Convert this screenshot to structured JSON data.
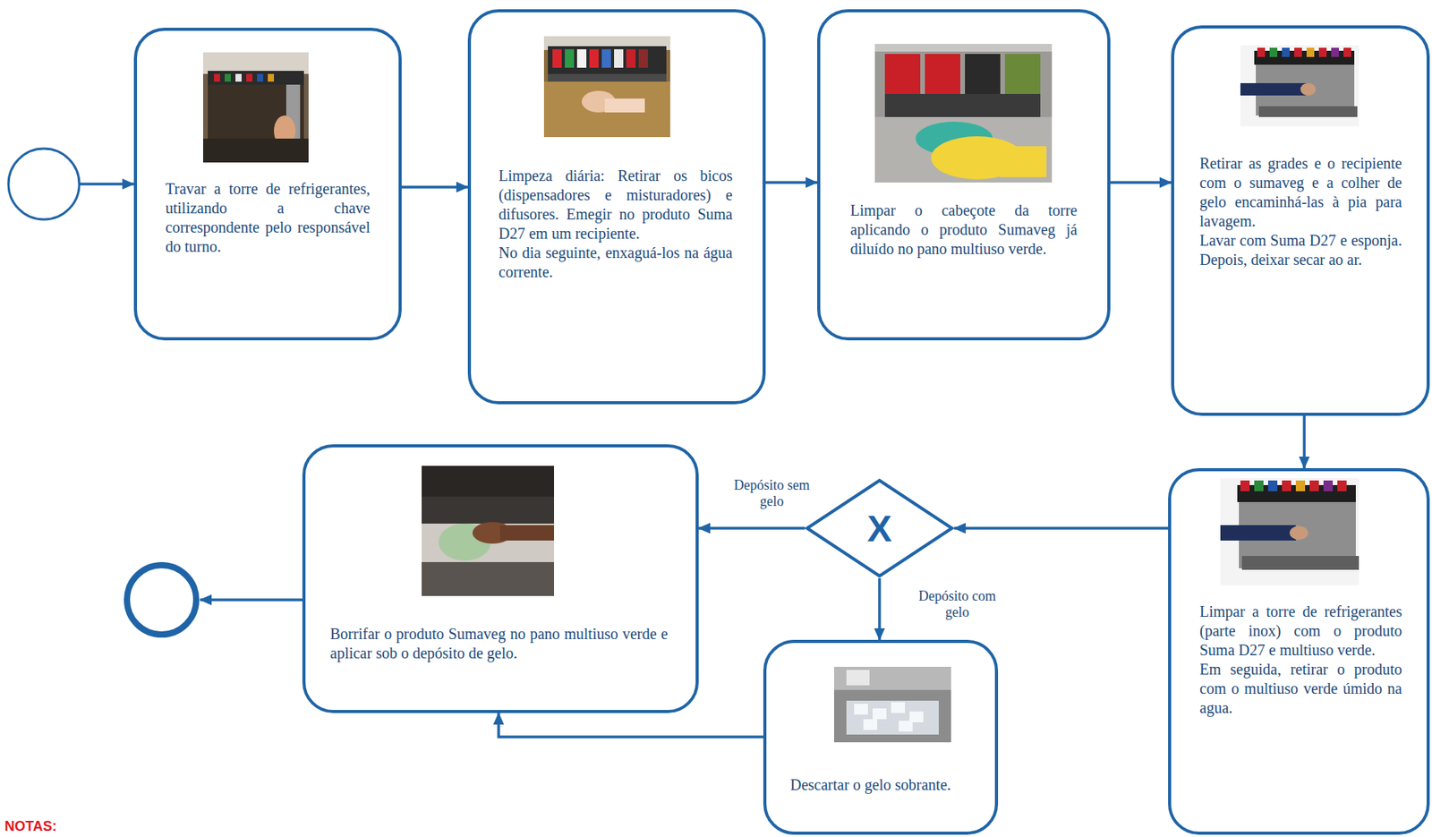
{
  "diagram": {
    "nodes": [
      {
        "text": [
          "Travar a torre de refrigerantes, utilizando a chave correspondente pelo responsável do turno."
        ]
      },
      {
        "text": [
          "Limpeza diária: Retirar os bicos (dispensadores e misturadores) e difusores. Emegir no produto Suma D27 em um recipiente.",
          "No dia seguinte, enxaguá-los na água corrente."
        ]
      },
      {
        "text": [
          "Limpar o cabeçote da torre aplicando o produto Sumaveg já diluído no pano multiuso verde."
        ]
      },
      {
        "text": [
          "Retirar as grades e o recipiente com o sumaveg e a colher de gelo encaminhá-las à pia para lavagem.",
          "Lavar com Suma D27 e esponja. Depois, deixar secar ao ar."
        ]
      },
      {
        "text": [
          "Limpar a torre de refrigerantes (parte inox) com o produto Suma D27 e multiuso verde.",
          "Em seguida, retirar o produto com o multiuso verde úmido na agua."
        ]
      },
      {
        "text": [
          "X"
        ]
      },
      {
        "text": [
          "Descartar o gelo sobrante."
        ]
      },
      {
        "text": [
          "Borrifar o produto Sumaveg no pano multiuso verde e aplicar sob o depósito de gelo."
        ]
      }
    ],
    "edges": [
      {
        "from": 0,
        "to": 1,
        "arrow": "to"
      },
      {
        "from": 1,
        "to": 2,
        "arrow": "to"
      },
      {
        "from": 2,
        "to": 3,
        "arrow": "to"
      },
      {
        "from": 3,
        "to": 4,
        "arrow": "to"
      },
      {
        "from": 4,
        "to": 5,
        "arrow": "to"
      },
      {
        "from": 5,
        "to": 7,
        "label": "Depósito sem gelo",
        "arrow": "to"
      },
      {
        "from": 5,
        "to": 6,
        "label": "Depósito com gelo",
        "arrow": "to"
      },
      {
        "from": 6,
        "to": 7,
        "arrow": "to"
      }
    ],
    "labels": [
      "NOTAS:"
    ]
  }
}
